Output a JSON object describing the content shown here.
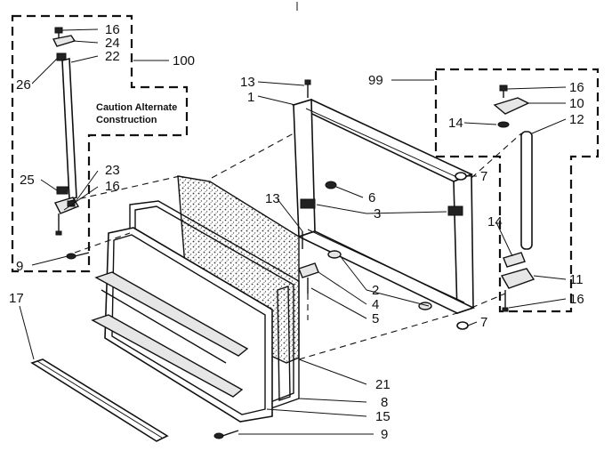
{
  "callouts": {
    "c16a": "16",
    "c24": "24",
    "c22": "22",
    "c26": "26",
    "c100": "100",
    "c25": "25",
    "c23": "23",
    "c16b": "16",
    "c9a": "9",
    "c17": "17",
    "c13a": "13",
    "c1": "1",
    "c99": "99",
    "c16c": "16",
    "c10": "10",
    "c14a": "14",
    "c12": "12",
    "c7a": "7",
    "c6": "6",
    "c13b": "13",
    "c3": "3",
    "c14b": "14",
    "c2": "2",
    "c11": "11",
    "c4": "4",
    "c16d": "16",
    "c5": "5",
    "c7b": "7",
    "c21": "21",
    "c8": "8",
    "c15": "15",
    "c9b": "9"
  },
  "note": {
    "line1": "Caution Alternate",
    "line2": "Construction"
  }
}
